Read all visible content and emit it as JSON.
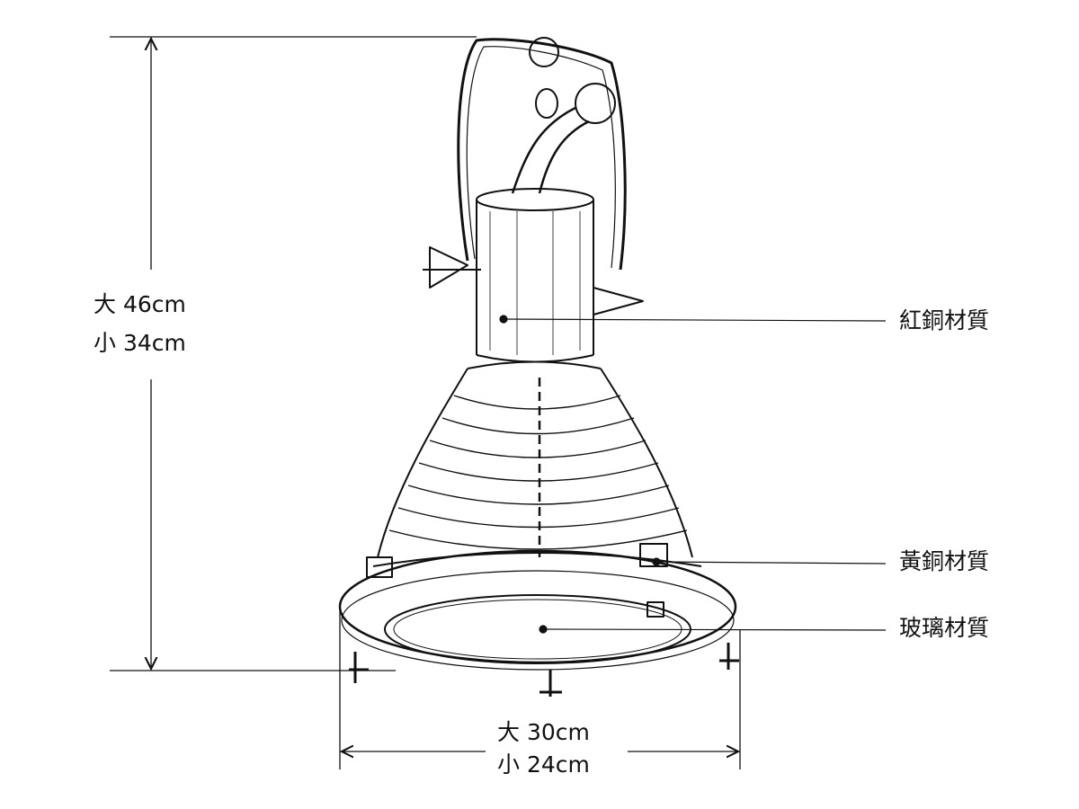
{
  "diagram": {
    "height_label": {
      "large": "大 46cm",
      "small": "小 34cm"
    },
    "width_label": {
      "large": "大 30cm",
      "small": "小 24cm"
    },
    "callouts": [
      {
        "text": "紅銅材質"
      },
      {
        "text": "黃銅材質"
      },
      {
        "text": "玻璃材質"
      }
    ],
    "colors": {
      "line": "#111111",
      "background": "#ffffff"
    }
  }
}
